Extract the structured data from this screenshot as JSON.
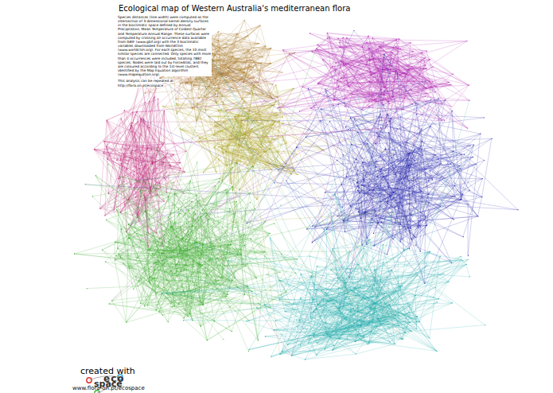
{
  "diagram": {
    "title": "Ecological map of Western Australia's mediterranean flora",
    "labels": [
      "Species distances (line width) were computed as the intersection of 3-dimensional kernel density surfaces in the bioclimatic space defined by Annual Precipitation, Mean Temperature of Coldest Quarter and Temperature Annual Range. These surfaces were computed by crossing all occurrence data available from GBIF (www.gbif.org) with the 3 bioclimatic variables downloaded from WorldClim (www.worldclim.org). For each species, the 10 most similar species are connected. Only species with more than 4 occurrences were included, totalling 7882 species. Nodes were laid out by ForceAtlas, and they are coloured according to the 1st-level clusters identified by the Map Equation algorithm (www.mapequation.org).",
      "This analysis can be repeated at:",
      "http://flora.on.pt/ecospace",
      "created with",
      "eco",
      "space",
      "www.flora-on.pt/ecospace"
    ]
  }
}
